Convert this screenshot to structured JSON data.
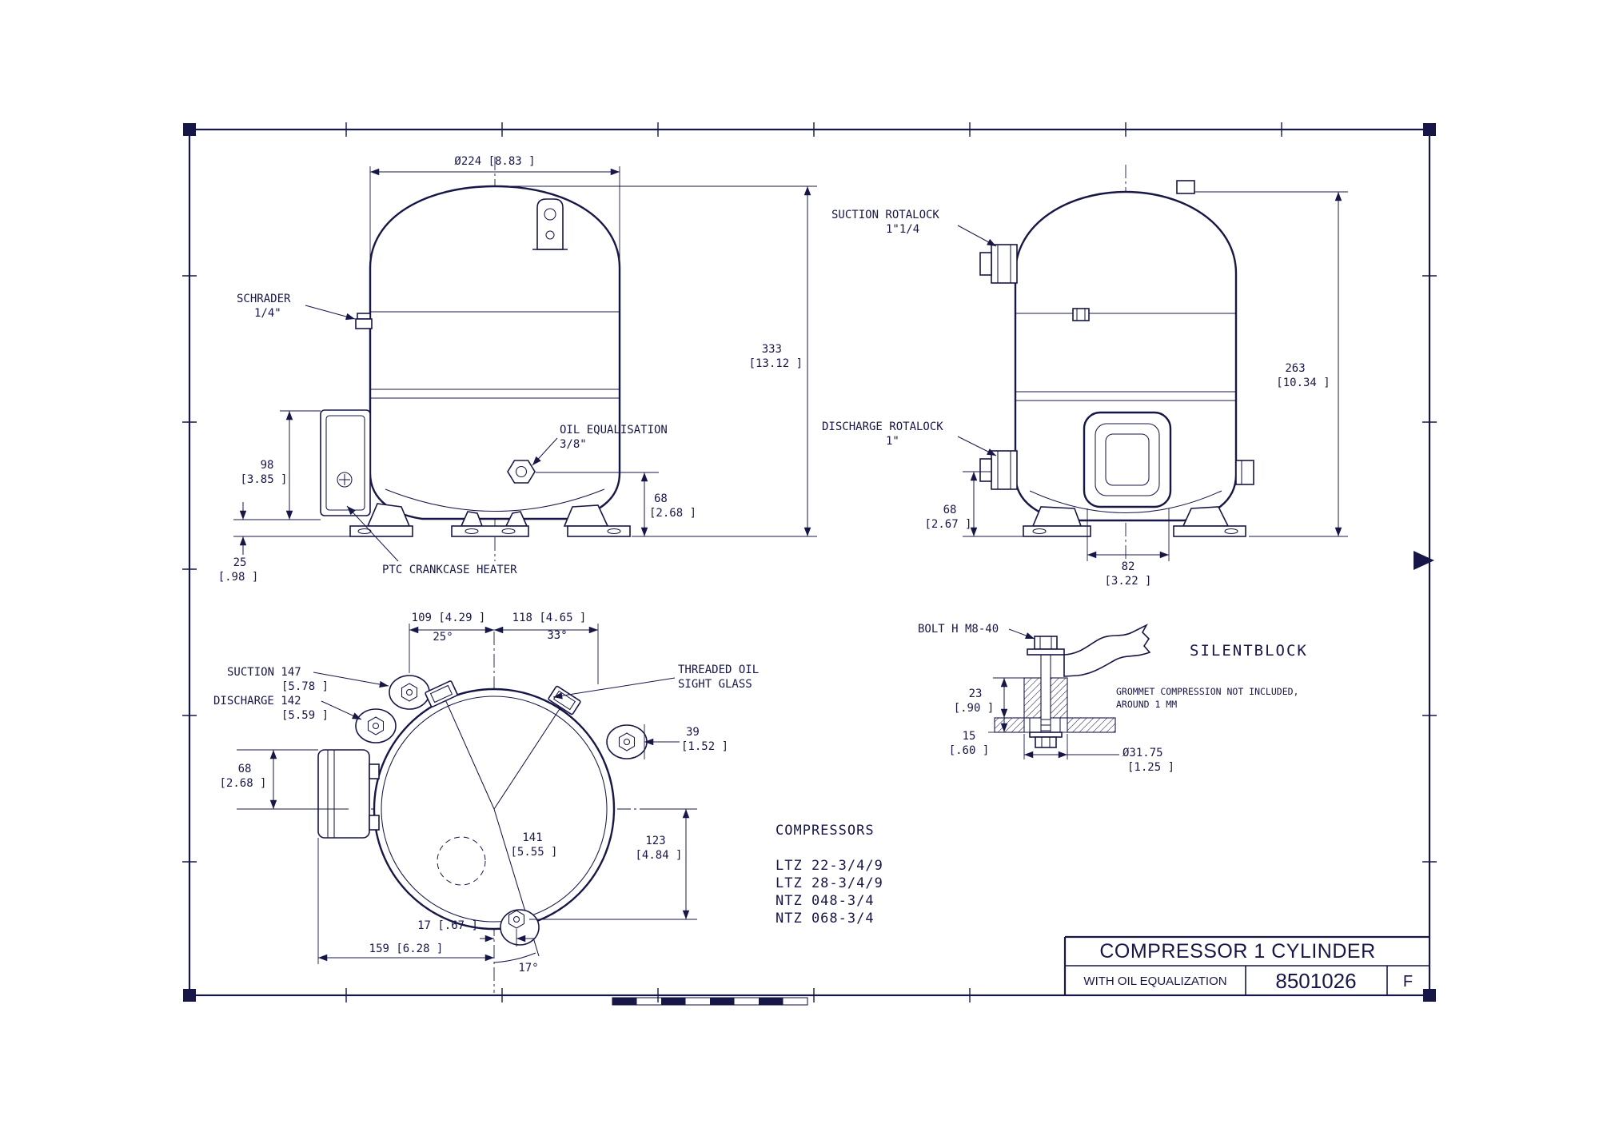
{
  "colors": {
    "ink": "#171747",
    "paper": "#ffffff"
  },
  "front_view": {
    "dim_diameter": "Ø224 [8.83 ]",
    "schrader_line1": "SCHRADER",
    "schrader_line2": "1/4\"",
    "dim_height_mm": "333",
    "dim_height_in": "[13.12 ]",
    "oil_eq_line1": "OIL EQUALISATION",
    "oil_eq_line2": "3/8\"",
    "dim_box_mm": "98",
    "dim_box_in": "[3.85 ]",
    "dim_oil_mm": "68",
    "dim_oil_in": "[2.68 ]",
    "dim_foot_mm": "25",
    "dim_foot_in": "[.98 ]",
    "heater_label": "PTC CRANKCASE HEATER"
  },
  "side_view": {
    "suction_line1": "SUCTION ROTALOCK",
    "suction_line2": "1\"1/4",
    "discharge_line1": "DISCHARGE ROTALOCK",
    "discharge_line2": "1\"",
    "dim_height_mm": "263",
    "dim_height_in": "[10.34 ]",
    "dim_foot_mm": "68",
    "dim_foot_in": "[2.67 ]",
    "dim_plate_mm": "82",
    "dim_plate_in": "[3.22 ]"
  },
  "top_view": {
    "dim_109": "109 [4.29 ]",
    "dim_118": "118 [4.65 ]",
    "angle_25": "25°",
    "angle_33": "33°",
    "suction_line1": "SUCTION 147",
    "suction_line2": "[5.78 ]",
    "discharge_line1": "DISCHARGE 142",
    "discharge_line2": "[5.59 ]",
    "sight_glass_line1": "THREADED OIL",
    "sight_glass_line2": "SIGHT GLASS",
    "dim_39_mm": "39",
    "dim_39_in": "[1.52 ]",
    "dim_68_mm": "68",
    "dim_68_in": "[2.68 ]",
    "dim_141_mm": "141",
    "dim_141_in": "[5.55 ]",
    "dim_123_mm": "123",
    "dim_123_in": "[4.84 ]",
    "dim_17": "17 [.67 ]",
    "dim_159": "159 [6.28 ]",
    "angle_17": "17°"
  },
  "silentblock": {
    "bolt_label": "BOLT H M8-40",
    "title": "SILENTBLOCK",
    "dim_23_mm": "23",
    "dim_23_in": "[.90 ]",
    "dim_15_mm": "15",
    "dim_15_in": "[.60 ]",
    "note_line1": "GROMMET COMPRESSION NOT INCLUDED,",
    "note_line2": "AROUND 1 MM",
    "dim_dia_mm": "Ø31.75",
    "dim_dia_in": "[1.25 ]"
  },
  "compressor_list": {
    "heading": "COMPRESSORS",
    "models": [
      "LTZ 22-3/4/9",
      "LTZ 28-3/4/9",
      "NTZ 048-3/4",
      "NTZ 068-3/4"
    ]
  },
  "title_block": {
    "title": "COMPRESSOR 1 CYLINDER",
    "subtitle": "WITH OIL EQUALIZATION",
    "drawing_number": "8501026",
    "revision": "F"
  }
}
